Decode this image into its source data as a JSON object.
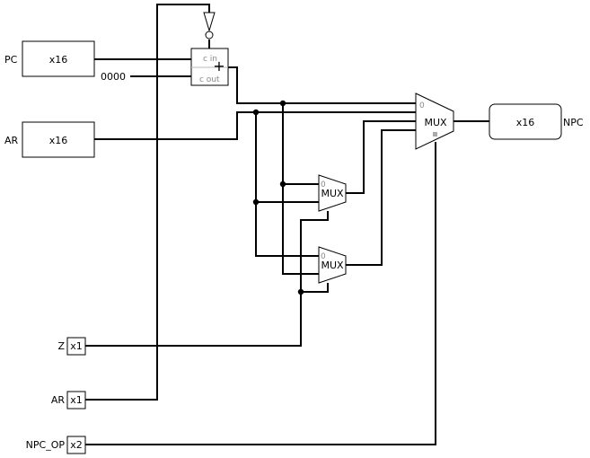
{
  "inputs": {
    "pc": {
      "label": "PC",
      "width": "x16"
    },
    "ar_bus": {
      "label": "AR",
      "width": "x16"
    },
    "z": {
      "label": "Z",
      "width": "x1"
    },
    "ar_bit": {
      "label": "AR",
      "width": "x1"
    },
    "npc_op": {
      "label": "NPC_OP",
      "width": "x2"
    }
  },
  "constant": {
    "value": "0000"
  },
  "adder": {
    "cin_label": "c in",
    "cout_label": "c out",
    "symbol": "+"
  },
  "mux_main": {
    "label": "MUX",
    "select0": "0"
  },
  "mux_upper": {
    "label": "MUX",
    "select0": "0"
  },
  "mux_lower": {
    "label": "MUX",
    "select0": "0"
  },
  "output": {
    "label": "NPC",
    "width": "x16"
  }
}
